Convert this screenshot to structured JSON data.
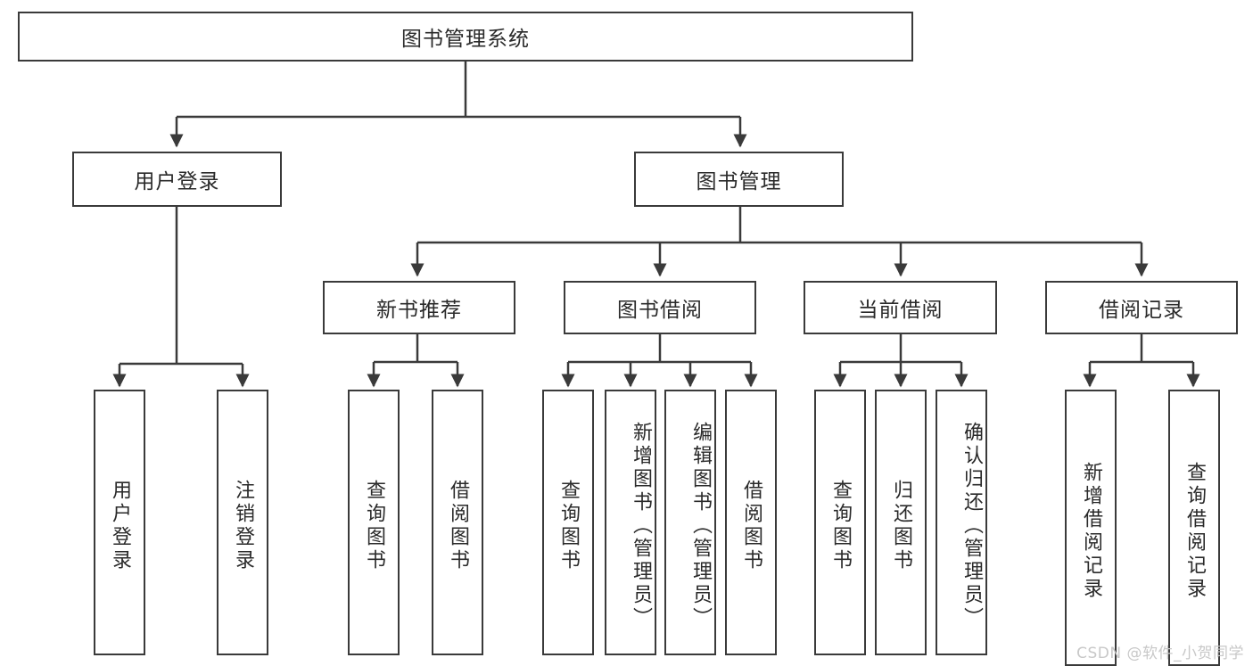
{
  "diagram": {
    "type": "tree",
    "title": "图书管理系统",
    "root": {
      "label": "图书管理系统"
    },
    "level2": [
      {
        "label": "用户登录"
      },
      {
        "label": "图书管理"
      }
    ],
    "level3": [
      {
        "label": "新书推荐"
      },
      {
        "label": "图书借阅"
      },
      {
        "label": "当前借阅"
      },
      {
        "label": "借阅记录"
      }
    ],
    "leaves": {
      "user_login": [
        {
          "label": "用户登录"
        },
        {
          "label": "注销登录"
        }
      ],
      "new_book_recommend": [
        {
          "label": "查询图书"
        },
        {
          "label": "借阅图书"
        }
      ],
      "book_borrow": [
        {
          "label": "查询图书"
        },
        {
          "label": "新增图书（管理员）"
        },
        {
          "label": "编辑图书（管理员）"
        },
        {
          "label": "借阅图书"
        }
      ],
      "current_borrow": [
        {
          "label": "查询图书"
        },
        {
          "label": "归还图书"
        },
        {
          "label": "确认归还（管理员）"
        }
      ],
      "borrow_record": [
        {
          "label": "新增借阅记录"
        },
        {
          "label": "查询借阅记录"
        }
      ]
    }
  },
  "watermark": {
    "text": "CSDN @软件_小贺同学"
  },
  "colors": {
    "border": "#3a3a3a",
    "text": "#2a2a2a",
    "background": "#ffffff",
    "watermark": "#c8c8c8"
  }
}
